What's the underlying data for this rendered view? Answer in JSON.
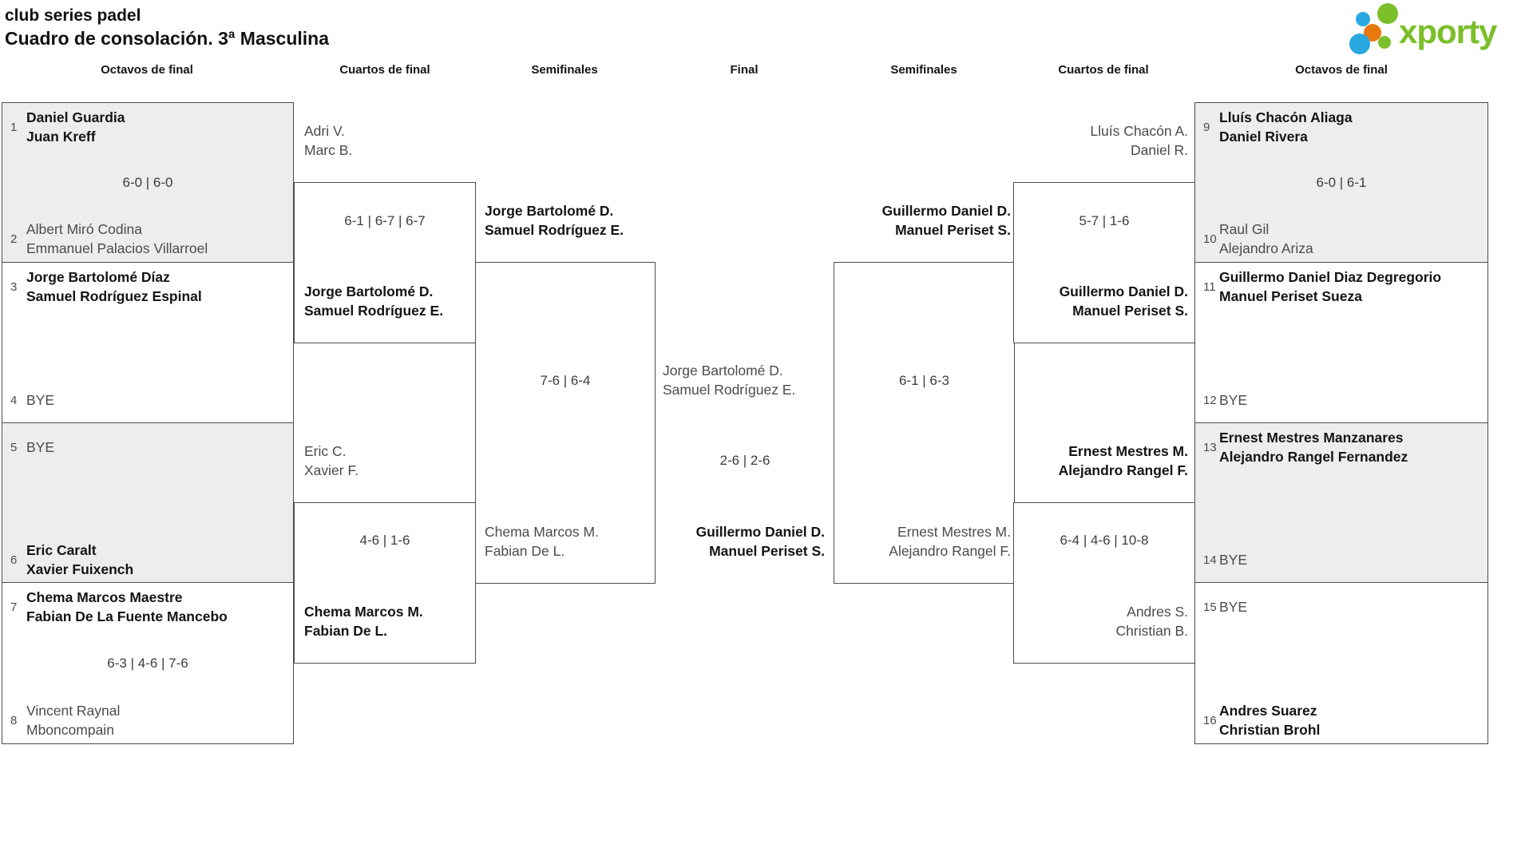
{
  "title": {
    "line1": "club series padel",
    "line2": "Cuadro de consolación. 3ª Masculina"
  },
  "logo": {
    "text": "xporty"
  },
  "round_headers": [
    "Octavos de final",
    "Cuartos de final",
    "Semifinales",
    "Final",
    "Semifinales",
    "Cuartos de final",
    "Octavos de final"
  ],
  "octavos_left": [
    {
      "seed_top": "1",
      "top": [
        "Daniel Guardia",
        "Juan Kreff"
      ],
      "score": "6-0 | 6-0",
      "seed_bottom": "2",
      "bottom": [
        "Albert Miró Codina",
        "Emmanuel Palacios Villarroel"
      ]
    },
    {
      "seed_top": "3",
      "top": [
        "Jorge Bartolomé Díaz",
        "Samuel Rodríguez Espinal"
      ],
      "score": "",
      "seed_bottom": "4",
      "bottom": [
        "BYE"
      ]
    },
    {
      "seed_top": "5",
      "top": [
        "BYE"
      ],
      "score": "",
      "seed_bottom": "6",
      "bottom": [
        "Eric Caralt",
        "Xavier Fuixench"
      ]
    },
    {
      "seed_top": "7",
      "top": [
        "Chema Marcos Maestre",
        "Fabian De La Fuente Mancebo"
      ],
      "score": "6-3 | 4-6 | 7-6",
      "seed_bottom": "8",
      "bottom": [
        "Vincent Raynal",
        "Mboncompain"
      ]
    }
  ],
  "cuartos_left": [
    {
      "top": [
        "Adri V.",
        "Marc B."
      ],
      "score": "6-1 | 6-7 | 6-7",
      "bottom": [
        "Jorge Bartolomé D.",
        "Samuel Rodríguez E."
      ]
    },
    {
      "top": [
        "Eric C.",
        "Xavier F."
      ],
      "score": "4-6 | 1-6",
      "bottom": [
        "Chema Marcos M.",
        "Fabian De L."
      ]
    }
  ],
  "semifinal_left": {
    "top": [
      "Jorge Bartolomé D.",
      "Samuel Rodríguez E."
    ],
    "score": "7-6 | 6-4",
    "bottom": [
      "Chema Marcos M.",
      "Fabian De L."
    ]
  },
  "final": {
    "top": [
      "Jorge Bartolomé D.",
      "Samuel Rodríguez E."
    ],
    "score": "2-6 | 2-6",
    "bottom": [
      "Guillermo Daniel D.",
      "Manuel Periset S."
    ]
  },
  "semifinal_right": {
    "top": [
      "Guillermo Daniel D.",
      "Manuel Periset S."
    ],
    "score": "6-1 | 6-3",
    "bottom": [
      "Ernest Mestres M.",
      "Alejandro Rangel F."
    ]
  },
  "cuartos_right": [
    {
      "top": [
        "Lluís Chacón A.",
        "Daniel R."
      ],
      "score": "5-7 | 1-6",
      "bottom": [
        "Guillermo Daniel D.",
        "Manuel Periset S."
      ]
    },
    {
      "top": [
        "Ernest Mestres M.",
        "Alejandro Rangel F."
      ],
      "score": "6-4 | 4-6 | 10-8",
      "bottom": [
        "Andres S.",
        "Christian B."
      ]
    }
  ],
  "octavos_right": [
    {
      "seed_top": "9",
      "top": [
        "Lluís Chacón Aliaga",
        "Daniel Rivera"
      ],
      "score": "6-0 | 6-1",
      "seed_bottom": "10",
      "bottom": [
        "Raul Gil",
        "Alejandro Ariza"
      ]
    },
    {
      "seed_top": "11",
      "top": [
        "Guillermo Daniel Diaz Degregorio",
        "Manuel Periset Sueza"
      ],
      "score": "",
      "seed_bottom": "12",
      "bottom": [
        "BYE"
      ]
    },
    {
      "seed_top": "13",
      "top": [
        "Ernest Mestres Manzanares",
        "Alejandro Rangel Fernandez"
      ],
      "score": "",
      "seed_bottom": "14",
      "bottom": [
        "BYE"
      ]
    },
    {
      "seed_top": "15",
      "top": [
        "BYE"
      ],
      "score": "",
      "seed_bottom": "16",
      "bottom": [
        "Andres Suarez",
        "Christian Brohl"
      ]
    }
  ],
  "colors": {
    "accent_green": "#7bbf2a",
    "accent_blue": "#29a8df",
    "accent_orange": "#e8790f",
    "box_gray": "#ededed",
    "border": "#4d4d4d"
  }
}
